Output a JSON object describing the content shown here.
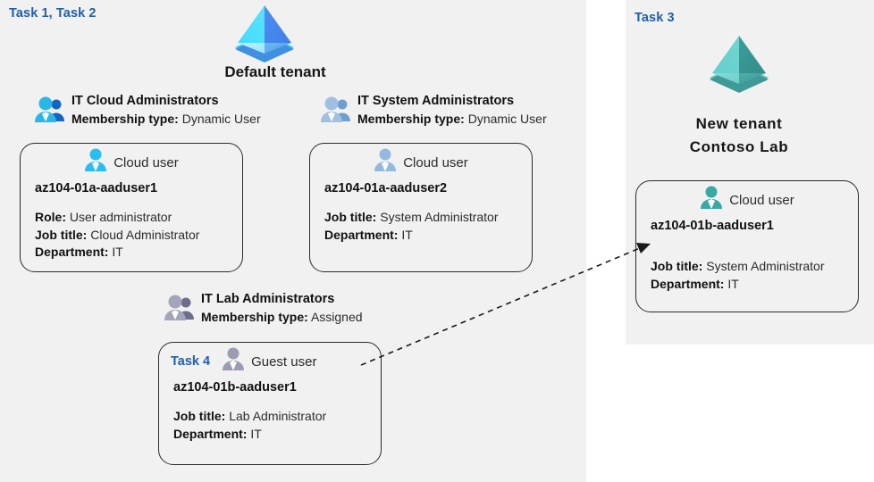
{
  "panels": {
    "default": {
      "task_label": "Task 1, Task 2"
    },
    "new_tenant": {
      "task_label": "Task 3"
    }
  },
  "tenants": [
    {
      "icon": "azure-ad-tenant-icon",
      "caption": "Default tenant",
      "color": "#35b5f5"
    },
    {
      "icon": "azure-ad-tenant-icon",
      "caption_line1": "New  tenant",
      "caption_line2": "Contoso Lab",
      "color": "#4cb6b0"
    }
  ],
  "groups": [
    {
      "icon": "group-users-icon",
      "name": "IT Cloud Administrators",
      "membership_label": "Membership type:",
      "membership_value": "Dynamic User",
      "color": "#23a7e8"
    },
    {
      "icon": "group-users-icon",
      "name": "IT System Administrators",
      "membership_label": "Membership type:",
      "membership_value": "Dynamic User",
      "color": "#8fb4dc"
    },
    {
      "icon": "group-users-icon",
      "name": "IT Lab Administrators",
      "membership_label": "Membership type:",
      "membership_value": "Assigned",
      "color": "#8b8da8"
    }
  ],
  "cards": [
    {
      "task": "",
      "user_type": "Cloud user",
      "icon": "user-icon",
      "upn": "az104-01a-aaduser1",
      "props": [
        {
          "label": "Role:",
          "value": "User administrator"
        },
        {
          "label": "Job title:",
          "value": "Cloud Administrator"
        },
        {
          "label": "Department:",
          "value": "IT"
        }
      ],
      "color": "#29bdf0"
    },
    {
      "task": "",
      "user_type": "Cloud user",
      "icon": "user-icon",
      "upn": "az104-01a-aaduser2",
      "props": [
        {
          "label": "Job title:",
          "value": "System Administrator"
        },
        {
          "label": "Department:",
          "value": "IT"
        }
      ],
      "color": "#8fb4dc"
    },
    {
      "task": "Task 4",
      "user_type": "Guest user",
      "icon": "user-icon",
      "upn": "az104-01b-aaduser1",
      "props": [
        {
          "label": "Job title:",
          "value": "Lab Administrator"
        },
        {
          "label": "Department:",
          "value": "IT"
        }
      ],
      "color": "#8b8da8"
    },
    {
      "task": "",
      "user_type": "Cloud user",
      "icon": "user-icon",
      "upn": "az104-01b-aaduser1",
      "props": [
        {
          "label": "Job title:",
          "value": "System Administrator"
        },
        {
          "label": "Department:",
          "value": "IT"
        }
      ],
      "color": "#3aa9a3"
    }
  ],
  "connector": {
    "name": "guest-invite-arrow",
    "style": "dashed",
    "color": "#1a1a1a"
  },
  "colors": {
    "panel_bg": "#f1f1f1",
    "page_bg": "#ffffff",
    "task_accent": "#1f5faa",
    "card_border": "#2b2b2b"
  }
}
